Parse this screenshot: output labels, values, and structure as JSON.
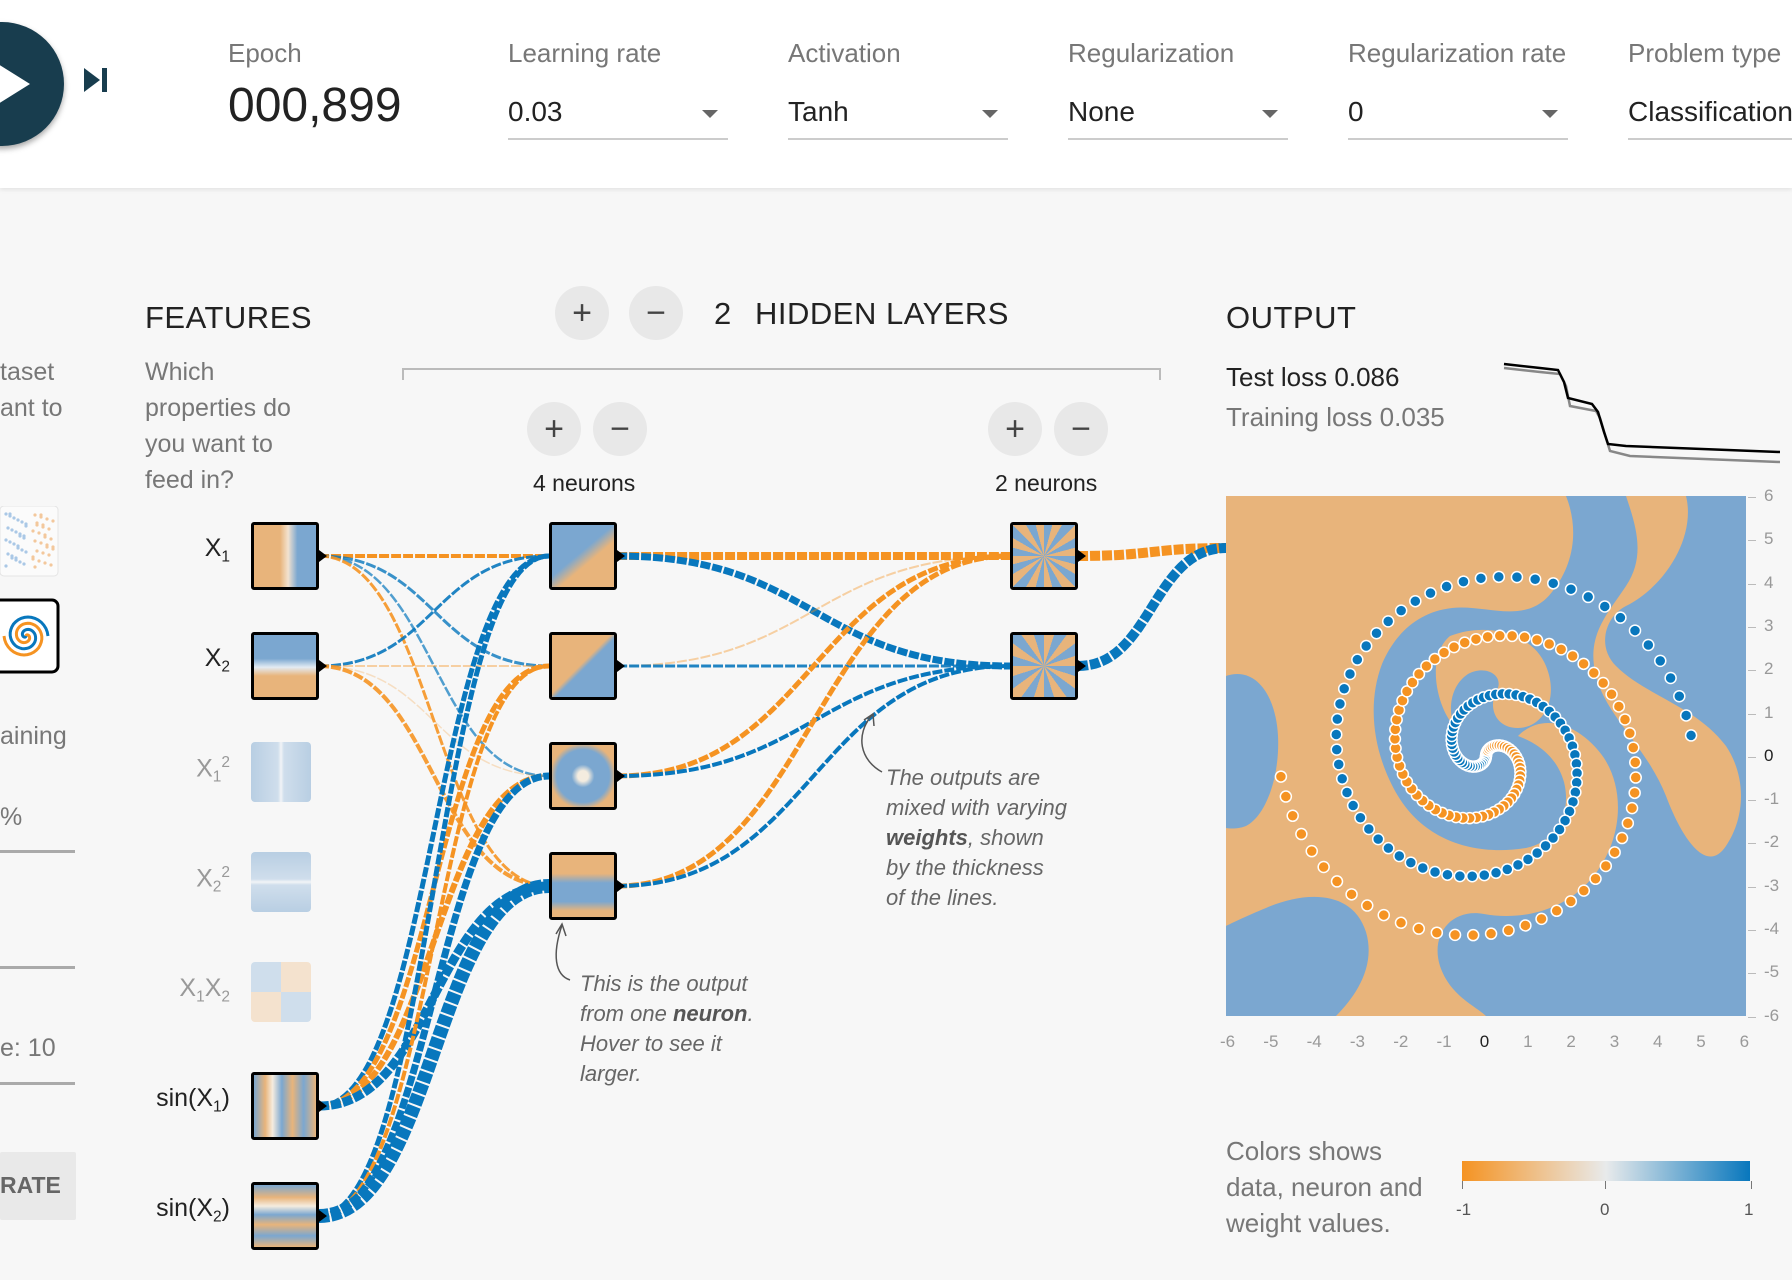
{
  "controls": {
    "epoch_label": "Epoch",
    "epoch_value": "000,899",
    "learning_rate_label": "Learning rate",
    "learning_rate_value": "0.03",
    "activation_label": "Activation",
    "activation_value": "Tanh",
    "regularization_label": "Regularization",
    "regularization_value": "None",
    "regularization_rate_label": "Regularization rate",
    "regularization_rate_value": "0",
    "problem_type_label": "Problem type",
    "problem_type_value": "Classification"
  },
  "data_panel": {
    "dataset_text_1": "taset",
    "dataset_text_2": "ant to",
    "training_text": "aining",
    "percent_text": "%",
    "batch_text": "e:  10",
    "regenerate_text": "RATE"
  },
  "features": {
    "heading": "FEATURES",
    "question": [
      "Which",
      "properties do",
      "you want to",
      "feed in?"
    ],
    "items": [
      {
        "id": "x1",
        "active": true
      },
      {
        "id": "x2",
        "active": true
      },
      {
        "id": "x1sq",
        "active": false
      },
      {
        "id": "x2sq",
        "active": false
      },
      {
        "id": "x1x2",
        "active": false
      },
      {
        "id": "sinx1",
        "active": true
      },
      {
        "id": "sinx2",
        "active": true
      }
    ]
  },
  "network": {
    "hidden_layers_count": "2",
    "hidden_layers_label": "HIDDEN LAYERS",
    "layer1_neurons": "4 neurons",
    "layer2_neurons": "2 neurons",
    "add_symbol": "+",
    "remove_symbol": "−"
  },
  "notes": {
    "neuron_note": [
      "This is the output",
      "from one ",
      "neuron",
      ".",
      "Hover to see it",
      "larger."
    ],
    "weights_note": [
      "The outputs are",
      "mixed with varying",
      "weights",
      ", shown",
      "by the thickness",
      "of the lines."
    ]
  },
  "output": {
    "heading": "OUTPUT",
    "test_loss_label": "Test loss",
    "test_loss_value": "0.086",
    "training_loss_label": "Training loss",
    "training_loss_value": "0.035",
    "x_ticks": [
      "-6",
      "-5",
      "-4",
      "-3",
      "-2",
      "-1",
      "0",
      "1",
      "2",
      "3",
      "4",
      "5",
      "6"
    ],
    "y_ticks": [
      "6",
      "5",
      "4",
      "3",
      "2",
      "1",
      "0",
      "-1",
      "-2",
      "-3",
      "-4",
      "-5",
      "-6"
    ],
    "legend_text": [
      "Colors shows",
      "data, neuron and",
      "weight values."
    ],
    "legend_ticks": [
      "-1",
      "0",
      "1"
    ]
  },
  "colors": {
    "orange": "#f59322",
    "blue": "#0877bd",
    "orange_area": "#e8b47b",
    "blue_area": "#7ba7d0",
    "dark_button": "#183d4e"
  }
}
